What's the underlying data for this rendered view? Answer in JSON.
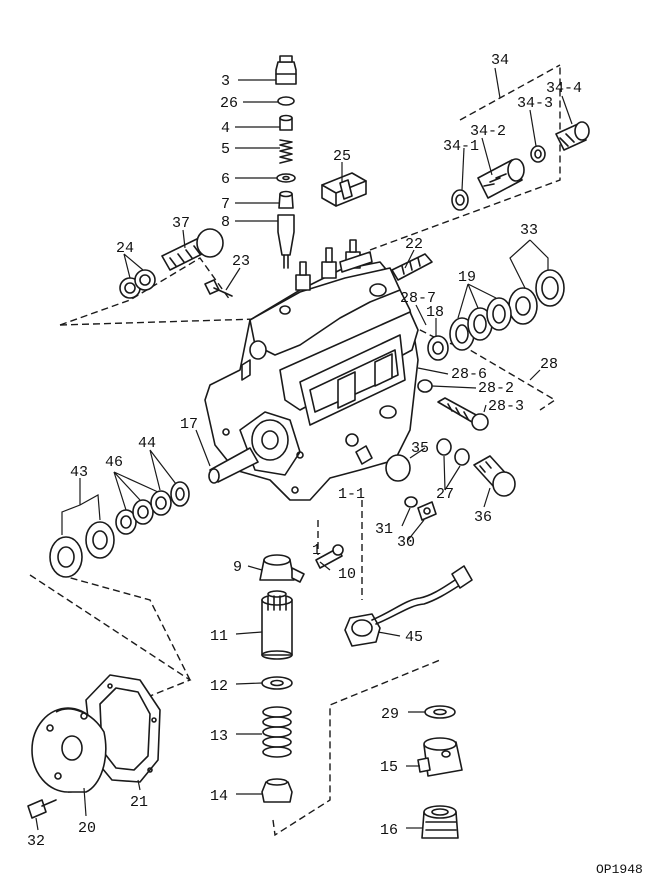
{
  "diagram_code": "OP1948",
  "part_labels": {
    "p1": "1",
    "p1_1": "1-1",
    "p3": "3",
    "p4": "4",
    "p5": "5",
    "p6": "6",
    "p7": "7",
    "p8": "8",
    "p9": "9",
    "p10": "10",
    "p11": "11",
    "p12": "12",
    "p13": "13",
    "p14": "14",
    "p15": "15",
    "p16": "16",
    "p17": "17",
    "p18": "18",
    "p19": "19",
    "p20": "20",
    "p21": "21",
    "p22": "22",
    "p23": "23",
    "p24": "24",
    "p25": "25",
    "p26": "26",
    "p27": "27",
    "p28": "28",
    "p28_2": "28-2",
    "p28_3": "28-3",
    "p28_6": "28-6",
    "p28_7": "28-7",
    "p29": "29",
    "p30": "30",
    "p31": "31",
    "p32": "32",
    "p33": "33",
    "p34": "34",
    "p34_1": "34-1",
    "p34_2": "34-2",
    "p34_3": "34-3",
    "p34_4": "34-4",
    "p35": "35",
    "p36": "36",
    "p37": "37",
    "p43": "43",
    "p44": "44",
    "p45": "45",
    "p46": "46"
  }
}
